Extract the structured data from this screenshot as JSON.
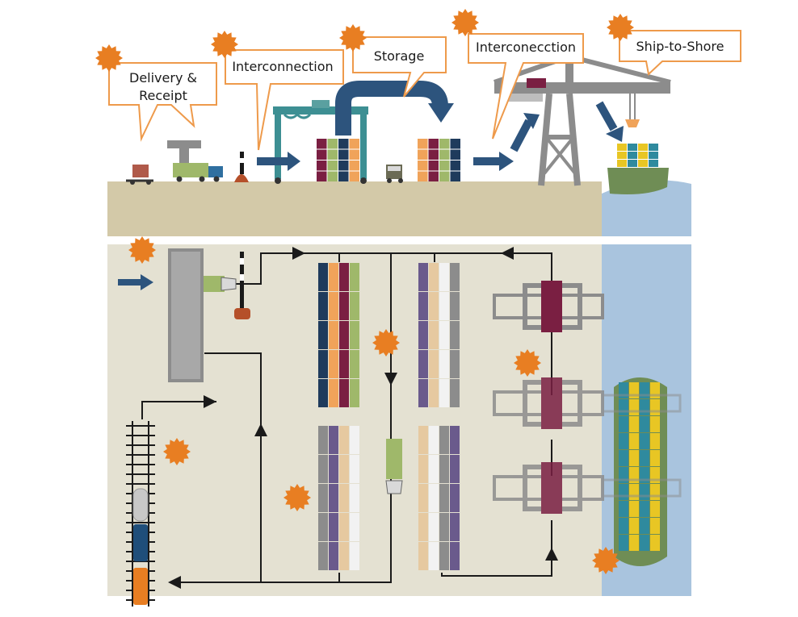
{
  "callouts": {
    "delivery_line1": "Delivery &",
    "delivery_line2": "Receipt",
    "interconnection_left": "Interconnection",
    "storage": "Storage",
    "interconnection_right": "Interconecction",
    "ship_to_shore": "Ship-to-Shore"
  },
  "colors": {
    "land": "#d3c9a8",
    "yard_floor": "#e4e1d2",
    "water": "#a9c4de",
    "callout_border": "#ee9a4b",
    "burst": "#e87e22",
    "flow_arrow": "#2d547d",
    "crane_gray": "#8c8c8c",
    "ship_hull": "#6f8d55",
    "path_line": "#1a1a1a"
  },
  "container_palette": [
    "#7a1f42",
    "#f0a35a",
    "#2f8a9e",
    "#9fb86a",
    "#1f3b5c",
    "#8c8c8c",
    "#f2f2f2",
    "#e8c624",
    "#6a5a8c",
    "#e6c9a0"
  ],
  "icons": [
    "burst-icon",
    "flow-arrow-icon",
    "gantry-crane-icon",
    "ship-to-shore-crane-icon",
    "truck-icon",
    "gate-icon",
    "barrier-icon",
    "rail-track-icon",
    "train-icon",
    "container-ship-icon"
  ]
}
